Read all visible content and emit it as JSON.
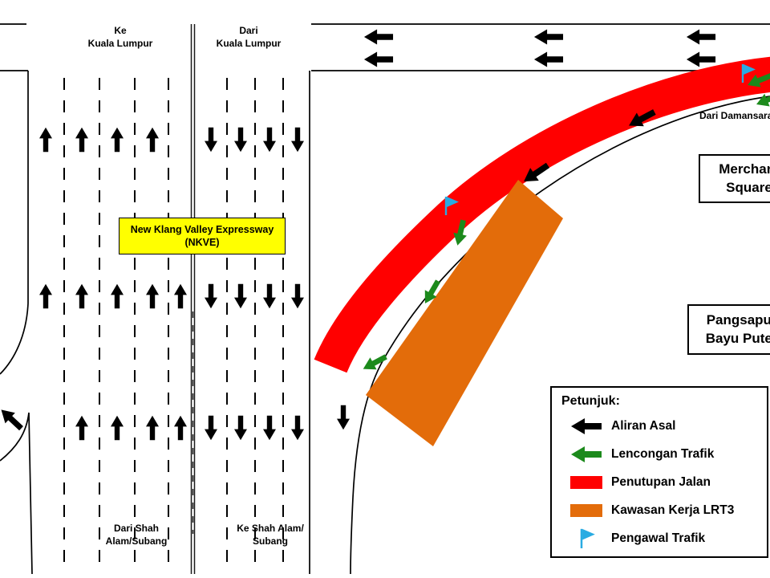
{
  "colors": {
    "original_flow_black": "#000000",
    "diversion_green": "#1C8A1C",
    "closure_red": "#FF0000",
    "work_area_orange": "#E36C0A",
    "traffic_marshal_blue": "#29ABE2",
    "nkve_label_yellow": "#FFFF00"
  },
  "road_labels": {
    "ke_kuala_lumpur": {
      "line1": "Ke",
      "line2": "Kuala Lumpur"
    },
    "dari_kuala_lumpur": {
      "line1": "Dari",
      "line2": "Kuala Lumpur"
    },
    "dari_shah_alam_subang": {
      "line1": "Dari Shah",
      "line2": "Alam/Subang"
    },
    "ke_shah_alam_subang": {
      "line1": "Ke Shah Alam/",
      "line2": "Subang"
    },
    "dari_damansara": "Dari Damansara",
    "nkve": {
      "line1": "New Klang Valley Expressway",
      "line2": "(NKVE)"
    }
  },
  "places": {
    "merchant_square": {
      "line1": "Merchant",
      "line2": "Square"
    },
    "pangsapuri_bayu_puteri": {
      "line1": "Pangsapuri",
      "line2": "Bayu Puteri"
    }
  },
  "legend": {
    "title": "Petunjuk:",
    "items": [
      {
        "icon": "original-flow-arrow-icon",
        "label": "Aliran Asal"
      },
      {
        "icon": "diversion-arrow-icon",
        "label": "Lencongan Trafik"
      },
      {
        "icon": "road-closure-swatch",
        "label": "Penutupan Jalan"
      },
      {
        "icon": "lrt3-work-area-swatch",
        "label": "Kawasan Kerja LRT3"
      },
      {
        "icon": "traffic-marshal-flag-icon",
        "label": "Pengawal Trafik"
      }
    ]
  }
}
